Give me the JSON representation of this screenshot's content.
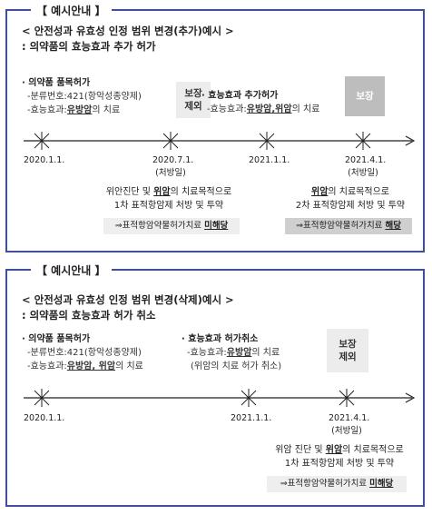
{
  "panel1": {
    "tag": "【 예시안내 】",
    "title": "< 안전성과 유효성 인정 범위 변경(추가)예시 >",
    "subtitle": ": 의약품의 효능효과 추가 허가",
    "item1": {
      "title": "· 의약품 품목허가",
      "line1": "-분류번호:421(항악성종양제)",
      "line2_prefix": "-효능효과:",
      "line2_bold": "유방암",
      "line2_suffix": "의 치료"
    },
    "box1": {
      "line1": "보장",
      "line2": "제외"
    },
    "item2": {
      "title": "· 효능효과 추가허가",
      "line1_prefix": "-효능효과:",
      "line1_bold": "유방암,위암",
      "line1_suffix": "의 치료"
    },
    "box2": {
      "label": "보장"
    },
    "dates": [
      "2020.1.1.",
      "2020.7.1.",
      "(처방일)",
      "2021.1.1.",
      "2021.4.1.",
      "(처방일)"
    ],
    "note1": {
      "line1_prefix": "위안진단 및 ",
      "line1_bold": "위암",
      "line1_suffix": "의 치료목적으로",
      "line2": "1차 표적항암제 처방 및 투약"
    },
    "pill1": {
      "prefix": "⇒표적항암약물허가치료 ",
      "bold": "미해당"
    },
    "note2": {
      "line1_bold": "위암",
      "line1_suffix": "의 치료목적으로",
      "line2": "2차 표적항암제 처방 및 투약"
    },
    "pill2": {
      "prefix": "⇒표적항암약물허가치료 ",
      "bold": "해당"
    }
  },
  "panel2": {
    "tag": "【 예시안내 】",
    "title": "< 안전성과 유효성 인정 범위 변경(삭제)예시 >",
    "subtitle": ": 의약품의 효능효과 허가 취소",
    "item1": {
      "title": "· 의약품 품목허가",
      "line1": "-분류번호:421(항악성종양제)",
      "line2_prefix": "-효능효과:",
      "line2_bold": "유방암, 위암",
      "line2_suffix": "의 치료"
    },
    "item2": {
      "title": "· 효능효과 허가취소",
      "line1_prefix": "-효능효과:",
      "line1_bold": "유방암",
      "line1_suffix": "의 치료",
      "line2": "(위암의 치료 허가 취소)"
    },
    "box1": {
      "line1": "보장",
      "line2": "제외"
    },
    "dates": [
      "2020.1.1.",
      "2021.1.1.",
      "2021.4.1.",
      "(처방일)"
    ],
    "note1": {
      "line1_prefix": "위암 진단 및 ",
      "line1_bold": "위암",
      "line1_suffix": "의 치료목적으로",
      "line2": "1차 표적항암제 처방 및 투약"
    },
    "pill1": {
      "prefix": "⇒표적항암약물허가치료 ",
      "bold": "미해당"
    }
  },
  "colors": {
    "border": "#3f4fa0",
    "light_box": "#ececec",
    "dark_box": "#bdbdbd",
    "dark_pill": "#cfcfcf"
  }
}
